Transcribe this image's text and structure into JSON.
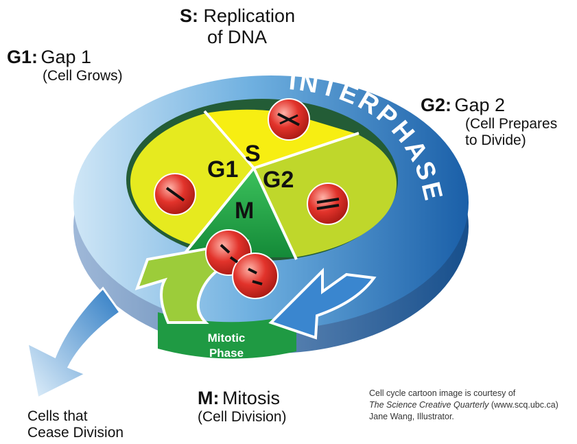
{
  "stages": {
    "s": {
      "prefix": "S:",
      "title": "Replication",
      "title2": "of DNA"
    },
    "g1": {
      "prefix": "G1:",
      "title": "Gap 1",
      "sub": "(Cell Grows)"
    },
    "g2": {
      "prefix": "G2:",
      "title": "Gap 2",
      "sub1": "(Cell Prepares",
      "sub2": "to Divide)"
    },
    "m": {
      "prefix": "M:",
      "title": "Mitosis",
      "sub": "(Cell Division)"
    }
  },
  "ring": {
    "interphase": "INTERPHASE",
    "mitotic1": "Mitotic",
    "mitotic2": "Phase"
  },
  "segments": {
    "s": "S",
    "g1": "G1",
    "g2": "G2",
    "m": "M"
  },
  "exit": {
    "line1": "Cells that",
    "line2": "Cease Division"
  },
  "credit": {
    "line1": "Cell cycle cartoon image is courtesy of",
    "line2_italic": "The Science Creative Quarterly",
    "line2_rest": " (www.scq.ubc.ca)",
    "line3": "Jane Wang, Illustrator."
  },
  "colors": {
    "ring_blue": "#2f7cc4",
    "ring_dark": "#1b5ea6",
    "yellow": "#f2ea1a",
    "lime": "#c9dc2a",
    "green": "#23a94a",
    "dark_green": "#2b6b40",
    "cell_red": "#e2332b"
  }
}
